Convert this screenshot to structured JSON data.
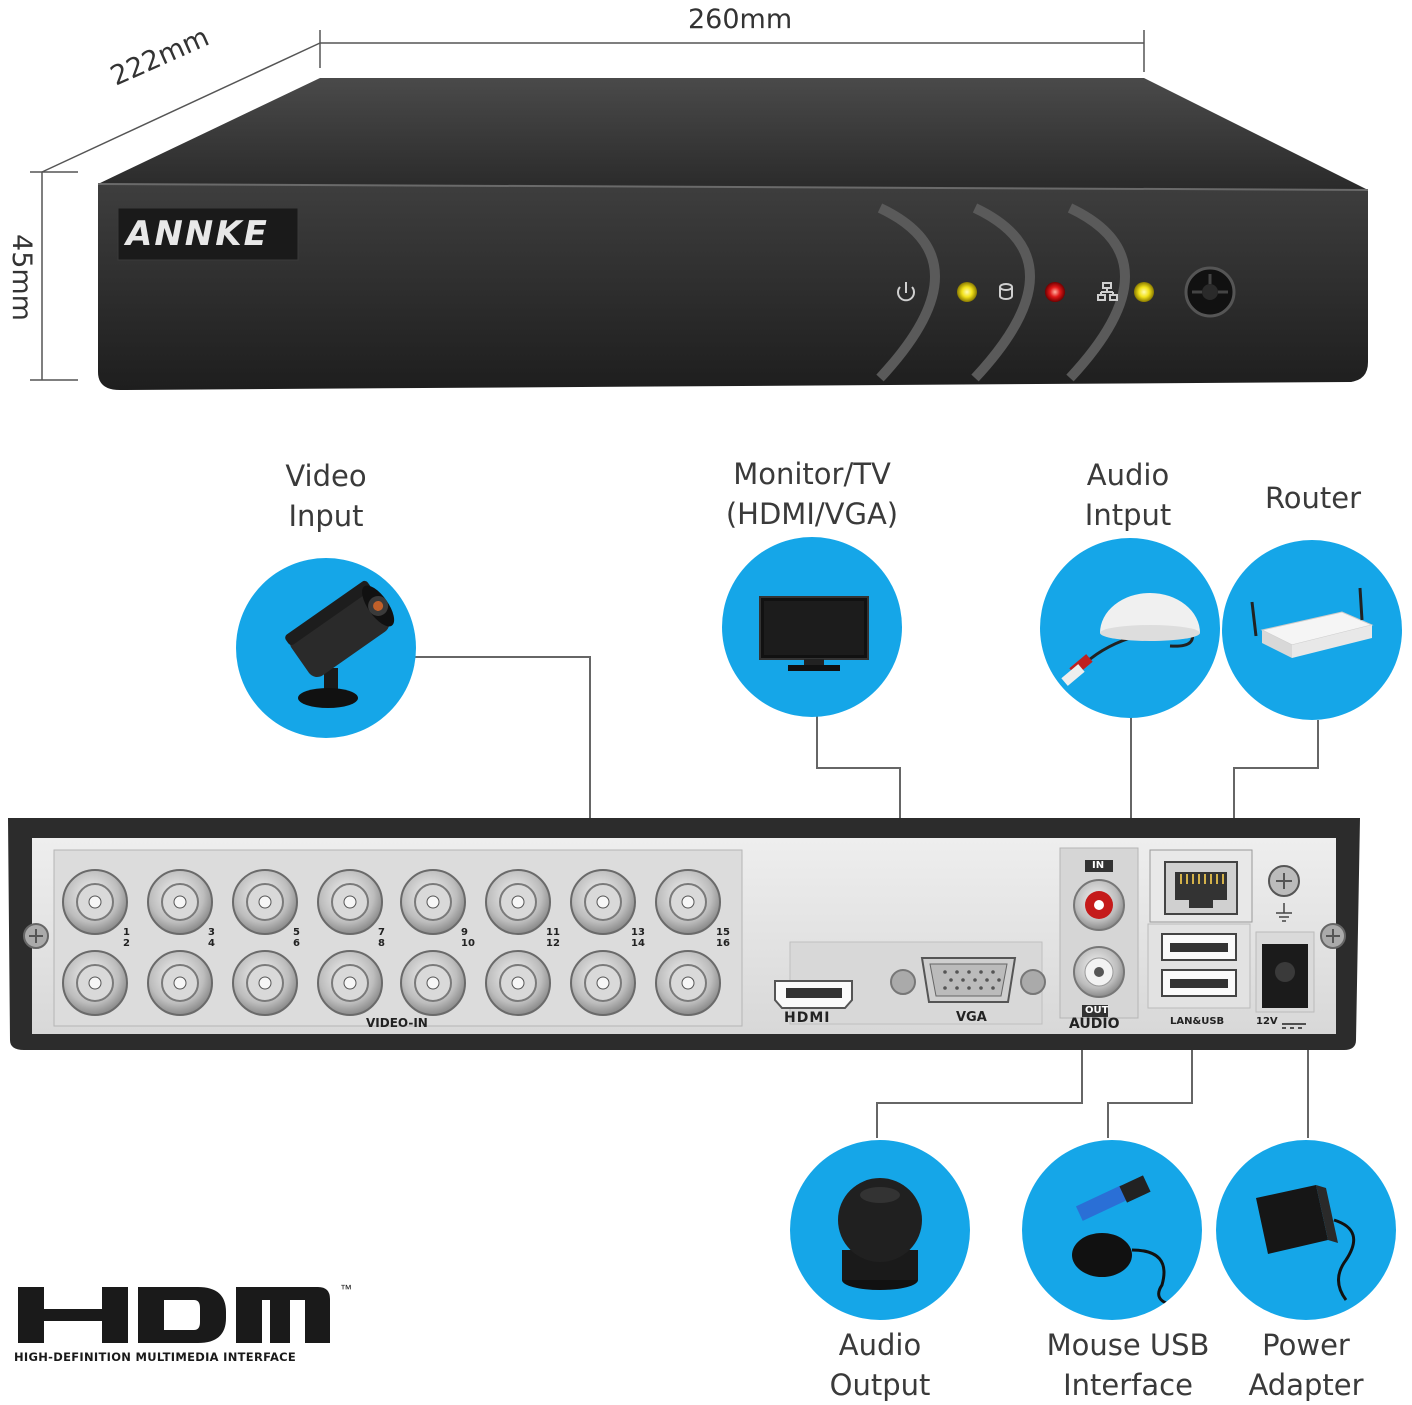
{
  "dimensions": {
    "width": "260mm",
    "depth": "222mm",
    "height": "45mm"
  },
  "front_panel": {
    "brand": "ANNKE"
  },
  "devices": [
    {
      "id": "video-input",
      "lines": [
        "Video",
        "Input"
      ]
    },
    {
      "id": "monitor",
      "lines": [
        "Monitor/TV",
        "(HDMI/VGA)"
      ]
    },
    {
      "id": "audio-input",
      "lines": [
        "Audio",
        "Intput"
      ]
    },
    {
      "id": "router",
      "lines": [
        "Router"
      ]
    },
    {
      "id": "audio-output",
      "lines": [
        "Audio",
        "Output"
      ]
    },
    {
      "id": "mouse-usb",
      "lines": [
        "Mouse USB",
        "Interface"
      ]
    },
    {
      "id": "power",
      "lines": [
        "Power",
        "Adapter"
      ]
    }
  ],
  "rear_panel": {
    "video_in": "VIDEO-IN",
    "channels_top": [
      "1",
      "3",
      "5",
      "7",
      "9",
      "11",
      "13",
      "15"
    ],
    "channels_bottom": [
      "2",
      "4",
      "6",
      "8",
      "10",
      "12",
      "14",
      "16"
    ],
    "hdmi": "HDMI",
    "vga": "VGA",
    "audio_in": "IN",
    "audio_out": "OUT",
    "audio": "AUDIO",
    "lan_usb": "LAN&USB",
    "power": "12V"
  },
  "hdmi_logo": {
    "mark": "HDMI",
    "tm": "™",
    "tagline": "HIGH-DEFINITION MULTIMEDIA INTERFACE"
  },
  "colors": {
    "accent": "#15a6e8",
    "led_yellow": "#f2e21a",
    "led_red": "#e01818"
  }
}
